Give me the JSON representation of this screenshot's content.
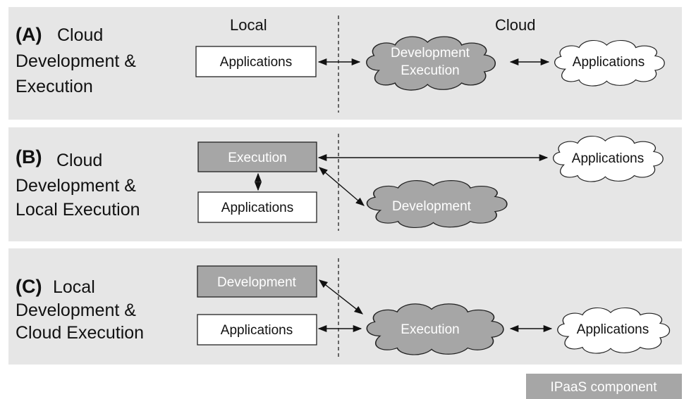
{
  "headers": {
    "local": "Local",
    "cloud": "Cloud"
  },
  "panels": [
    {
      "tag": "(A)",
      "title_lines": [
        "Cloud",
        "Development &",
        "Execution"
      ],
      "local_box": "Applications",
      "cloud_mid_lines": [
        "Development",
        "Execution"
      ],
      "cloud_right": "Applications"
    },
    {
      "tag": "(B)",
      "title_lines": [
        "Cloud",
        "Development &",
        "Local Execution"
      ],
      "local_top": "Execution",
      "local_bottom": "Applications",
      "cloud_right": "Applications",
      "cloud_mid": "Development"
    },
    {
      "tag": "(C)",
      "title_lines": [
        "Local",
        "Development &",
        "Cloud Execution"
      ],
      "local_top": "Development",
      "local_bottom": "Applications",
      "cloud_mid": "Execution",
      "cloud_right": "Applications"
    }
  ],
  "legend": "IPaaS component",
  "colors": {
    "component": "#a6a6a6",
    "panel": "#e6e6e6"
  }
}
